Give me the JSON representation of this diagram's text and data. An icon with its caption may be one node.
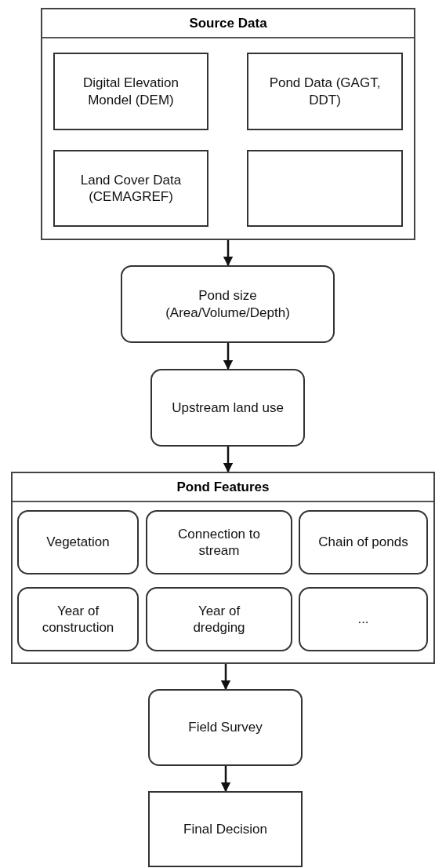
{
  "diagram": {
    "nodes": [
      {
        "text": [
          "Source Data"
        ]
      },
      {
        "text": [
          "Digital Elevation Mondel (DEM)"
        ],
        "in": 0
      },
      {
        "text": [
          "Pond Data (GAGT, DDT)"
        ],
        "in": 0
      },
      {
        "text": [
          "Land Cover Data (CEMAGREF)"
        ],
        "in": 0
      },
      {
        "text": [],
        "shape": "box",
        "in": 0
      },
      {
        "text": [
          "Pond size (Area/Volume/Depth)"
        ]
      },
      {
        "text": [
          "Upstream land use"
        ]
      },
      {
        "text": [
          "Pond Features"
        ]
      },
      {
        "text": [
          "Vegetation"
        ],
        "in": 7
      },
      {
        "text": [
          "Connection to stream"
        ],
        "in": 7
      },
      {
        "text": [
          "Chain of ponds"
        ],
        "in": 7
      },
      {
        "text": [
          "Year of construction"
        ],
        "in": 7
      },
      {
        "text": [
          "Year of dredging"
        ],
        "in": 7
      },
      {
        "text": [
          "..."
        ],
        "in": 7
      },
      {
        "text": [
          "Field Survey"
        ]
      },
      {
        "text": [
          "Final Decision"
        ]
      }
    ],
    "edges": [
      {
        "from": 0,
        "to": 5,
        "arrow": "to"
      },
      {
        "from": 5,
        "to": 6,
        "arrow": "to"
      },
      {
        "from": 6,
        "to": 7,
        "arrow": "to"
      },
      {
        "from": 7,
        "to": 14,
        "arrow": "to"
      },
      {
        "from": 14,
        "to": 15,
        "arrow": "to"
      }
    ]
  }
}
